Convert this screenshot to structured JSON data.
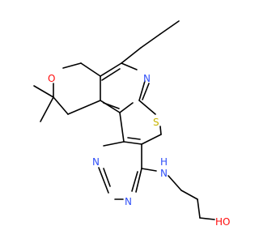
{
  "structure": {
    "colors": {
      "bond": "#000000",
      "O": "#ff0d0d",
      "N": "#3050f8",
      "S": "#c8b400",
      "background": "#ffffff"
    },
    "atoms": [
      {
        "name": "ring-oxygen",
        "symbol": "O",
        "text": "O"
      },
      {
        "name": "pyridine-nitrogen",
        "symbol": "N",
        "text": "N"
      },
      {
        "name": "thiophene-sulfur",
        "symbol": "S",
        "text": "S"
      },
      {
        "name": "pyrimidine-nitrogen-1",
        "symbol": "N",
        "text": "N"
      },
      {
        "name": "pyrimidine-nitrogen-2",
        "symbol": "N",
        "text": "N"
      },
      {
        "name": "amine-nitrogen",
        "symbol": "N",
        "text": "N"
      },
      {
        "name": "amine-hydrogen",
        "symbol": "H",
        "text": "H"
      },
      {
        "name": "hydroxyl-group",
        "symbol": "OH",
        "text": "HO"
      }
    ]
  }
}
